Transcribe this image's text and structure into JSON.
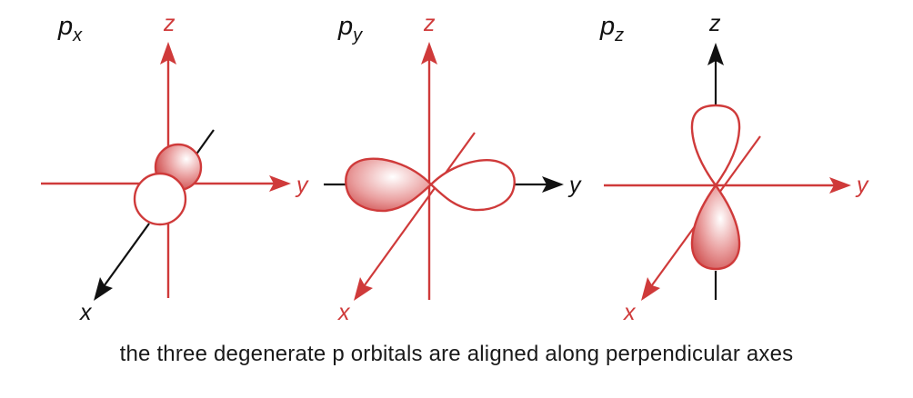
{
  "colors": {
    "red": "#cf3a3a",
    "black": "#111111",
    "lobe_fill_light": "#ffffff",
    "lobe_fill_dark": "#c42e2e"
  },
  "panels": [
    {
      "title_main": "p",
      "title_sub": "x",
      "axis_labels": {
        "z": "z",
        "y": "y",
        "x": "x"
      }
    },
    {
      "title_main": "p",
      "title_sub": "y",
      "axis_labels": {
        "z": "z",
        "y": "y",
        "x": "x"
      }
    },
    {
      "title_main": "p",
      "title_sub": "z",
      "axis_labels": {
        "z": "z",
        "y": "y",
        "x": "x"
      }
    }
  ],
  "caption": "the three degenerate p orbitals are aligned along perpendicular axes"
}
